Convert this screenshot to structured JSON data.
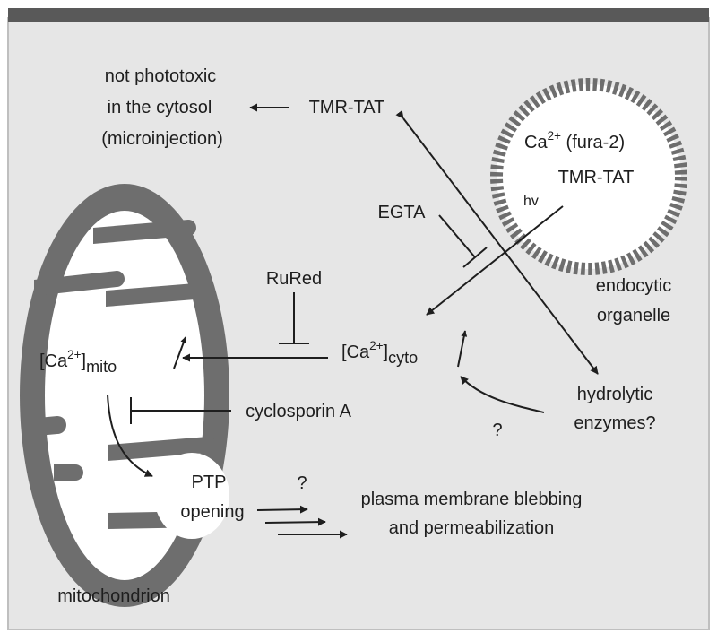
{
  "labels": {
    "not_phototoxic_1": "not phototoxic",
    "not_phototoxic_2": "in the cytosol",
    "not_phototoxic_3": "(microinjection)",
    "tmr_tat_top": "TMR-TAT",
    "ca_fura_ca": "Ca",
    "ca_fura_charge": "2+",
    "ca_fura_rest": " (fura-2)",
    "tmr_tat_organelle": "TMR-TAT",
    "hv": "hv",
    "egta": "EGTA",
    "endocytic_1": "endocytic",
    "endocytic_2": "organelle",
    "rured": "RuRed",
    "ca_mito_open": "[Ca",
    "ca_mito_charge": "2+",
    "ca_mito_close": "]",
    "ca_mito_sub": "mito",
    "ca_cyto_open": "[Ca",
    "ca_cyto_charge": "2+",
    "ca_cyto_close": "]",
    "ca_cyto_sub": "cyto",
    "cyclosporin": "cyclosporin A",
    "hydrolytic_1": "hydrolytic",
    "hydrolytic_2": "enzymes?",
    "question_1": "?",
    "question_2": "?",
    "ptp_1": "PTP",
    "ptp_2": "opening",
    "plasma_1": "plasma membrane blebbing",
    "plasma_2": "and permeabilization",
    "mitochondrion": "mitochondrion"
  },
  "colors": {
    "background": "#e6e6e6",
    "border": "#bfbfbf",
    "top_bar": "#595959",
    "membrane": "#6e6e6e",
    "arrow": "#1e1e1e",
    "lumen": "#ffffff"
  }
}
